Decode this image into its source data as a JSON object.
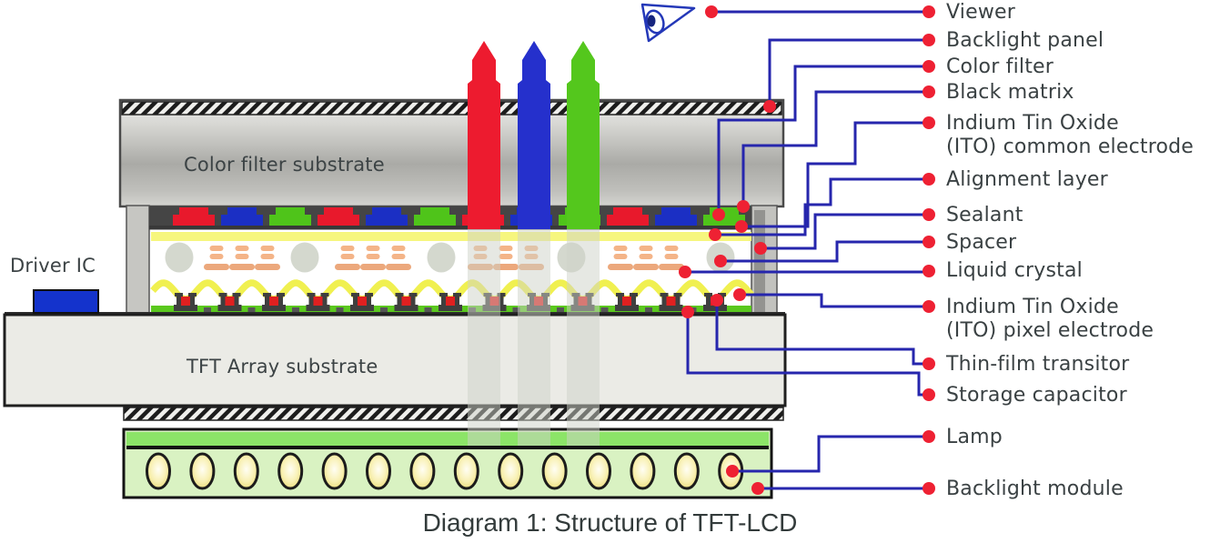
{
  "caption": "Diagram 1: Structure of TFT-LCD",
  "diagram_labels": {
    "color_filter_substrate": "Color filter substrate",
    "tft_array_substrate": "TFT Array substrate",
    "driver_ic": "Driver IC"
  },
  "callouts": [
    {
      "id": "viewer",
      "text": "Viewer"
    },
    {
      "id": "backlight-panel",
      "text": "Backlight panel"
    },
    {
      "id": "color-filter",
      "text": "Color filter"
    },
    {
      "id": "black-matrix",
      "text": "Black matrix"
    },
    {
      "id": "ito-common",
      "text": "Indium Tin Oxide\n(ITO) common electrode"
    },
    {
      "id": "alignment-layer",
      "text": "Alignment layer"
    },
    {
      "id": "sealant",
      "text": "Sealant"
    },
    {
      "id": "spacer",
      "text": "Spacer"
    },
    {
      "id": "liquid-crystal",
      "text": "Liquid crystal"
    },
    {
      "id": "ito-pixel",
      "text": "Indium Tin Oxide\n(ITO) pixel electrode"
    },
    {
      "id": "tft",
      "text": "Thin-film transitor"
    },
    {
      "id": "storage-capacitor",
      "text": "Storage capacitor"
    },
    {
      "id": "lamp",
      "text": "Lamp"
    },
    {
      "id": "backlight-module",
      "text": "Backlight module"
    }
  ],
  "structure": {
    "lamp_count": 14,
    "color_filter_count": 12,
    "tft_count": 13,
    "spacer_count": 5,
    "light_beam_count": 3,
    "filter_pattern": [
      "red",
      "blue",
      "green"
    ]
  },
  "colors": {
    "beam_red": "#ed1b2f",
    "beam_blue": "#2530cc",
    "beam_green": "#54c71d",
    "filter_red": "#e8192c",
    "filter_blue": "#1b2fc4",
    "filter_green": "#4fc41a",
    "connector_line": "#2626ad",
    "callout_dot": "#ee2133",
    "driver_ic_fill": "#1433cc",
    "black_matrix": "#454545",
    "common_electrode_line": "#383838",
    "alignment_yellow": "#f6f67e",
    "wave_yellow": "#f0f050",
    "tft_green_strip": "#5ac81e",
    "spacer_gray": "#d4d8ce",
    "lc_dash_orange": "#f4b488",
    "backlight_band_green": "#8ce468",
    "backlight_pale_green": "#d9f2c2",
    "lamp_edge_yellow": "#e4d468",
    "text_gray": "#3a4143"
  }
}
